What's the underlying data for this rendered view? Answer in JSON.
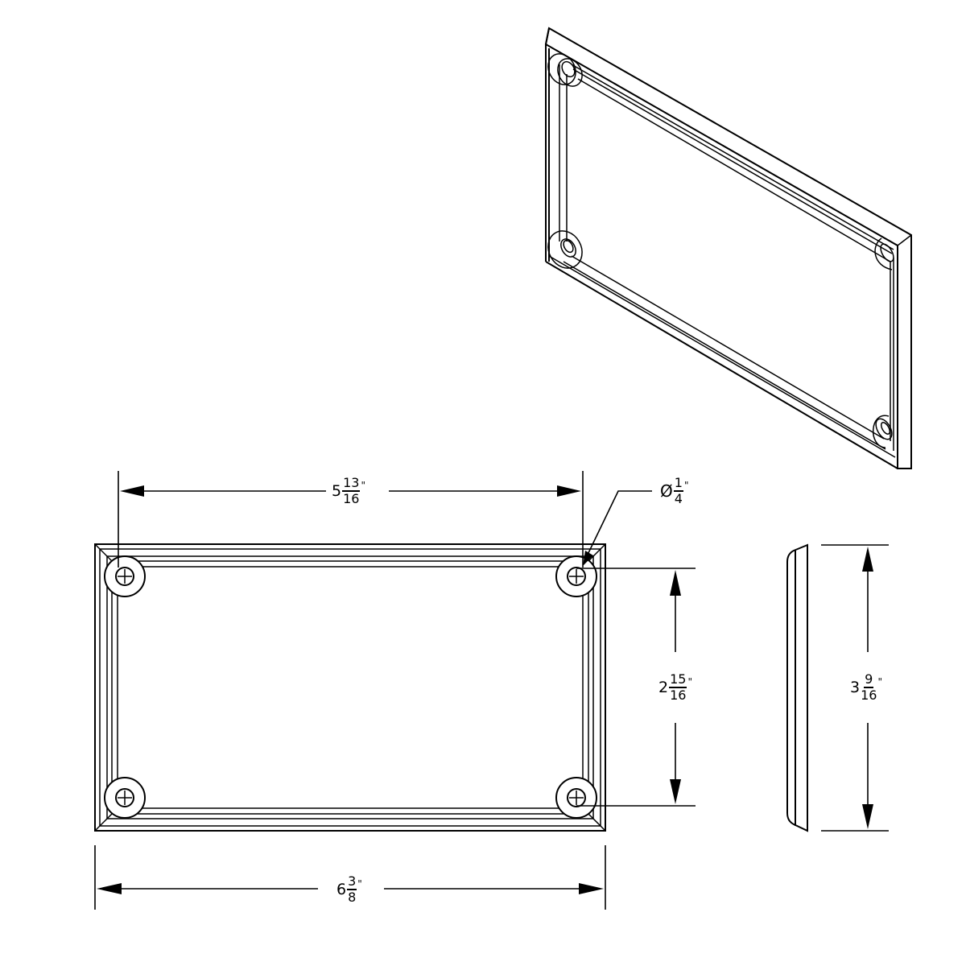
{
  "drawing": {
    "title": "Rectangular bezel / frame with four counterbored mounting holes",
    "views": [
      "isometric",
      "front",
      "side"
    ],
    "line_color": "#000000",
    "background": "#ffffff"
  },
  "dimensions": {
    "hole_spacing_width": {
      "whole": "5",
      "num": "13",
      "den": "16",
      "unit": "\""
    },
    "hole_diameter": {
      "symbol": "Ø",
      "num": "1",
      "den": "4",
      "unit": "\""
    },
    "hole_spacing_height": {
      "whole": "2",
      "num": "15",
      "den": "16",
      "unit": "\""
    },
    "overall_height": {
      "whole": "3",
      "num": "9",
      "den": "16",
      "unit": "\""
    },
    "overall_width": {
      "whole": "6",
      "num": "3",
      "den": "8",
      "unit": "\""
    }
  },
  "features": {
    "mounting_holes": 4,
    "hole_icon": "crosshair-circle-icon"
  }
}
